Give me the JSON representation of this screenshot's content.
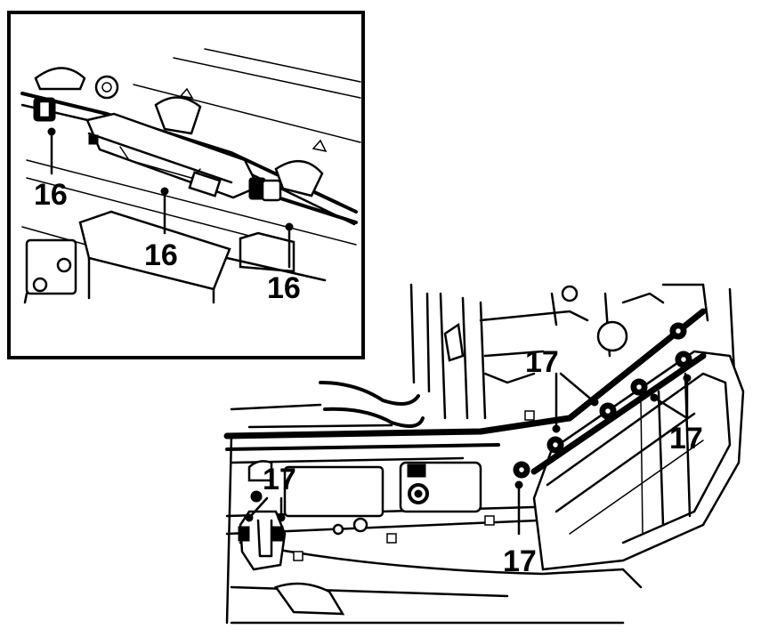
{
  "diagram": {
    "inset_callouts": [
      "16",
      "16",
      "16"
    ],
    "main_callouts": [
      "17",
      "17",
      "17",
      "17"
    ]
  }
}
